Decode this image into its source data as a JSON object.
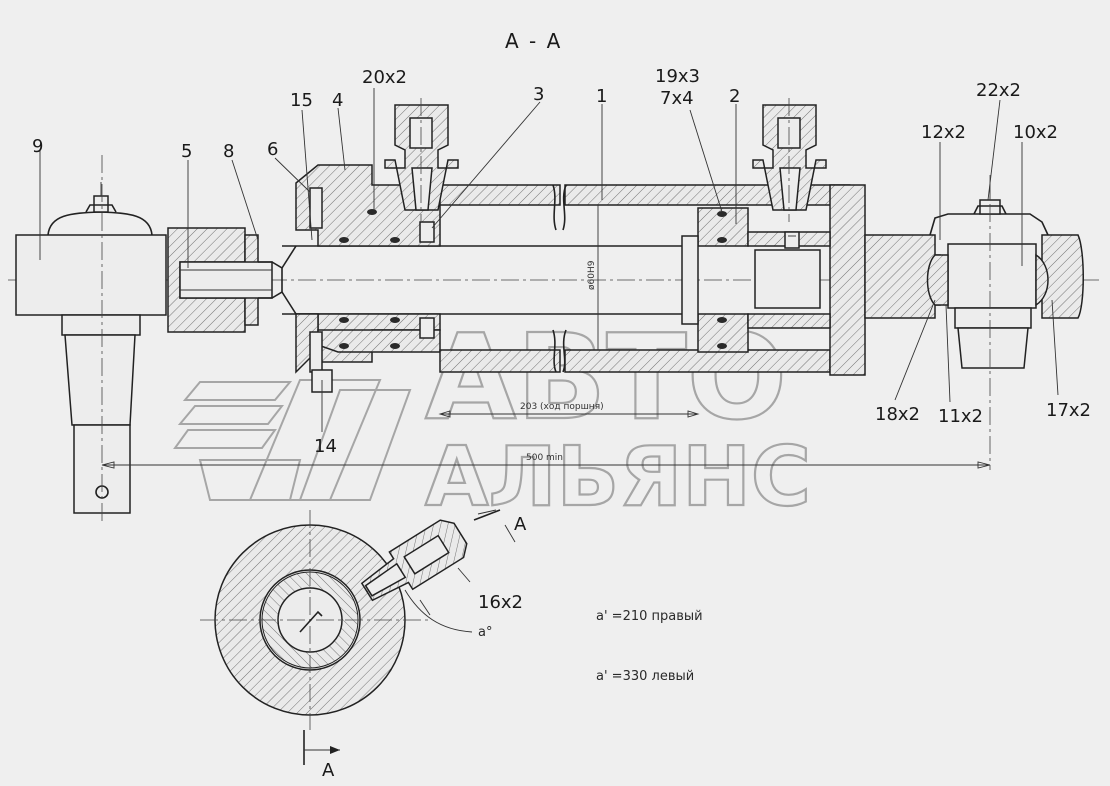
{
  "section_title": "А - А",
  "view_label": "А",
  "callouts": {
    "c9": "9",
    "c5": "5",
    "c8": "8",
    "c6": "6",
    "c15": "15",
    "c4": "4",
    "c20": "20x2",
    "c3": "3",
    "c1": "1",
    "c19": "19x3",
    "c7": "7x4",
    "c2": "2",
    "c22": "22x2",
    "c12": "12x2",
    "c10": "10x2",
    "c14": "14",
    "c18": "18x2",
    "c11": "11x2",
    "c17": "17x2",
    "c16": "16x2"
  },
  "dimensions": {
    "stroke": "203 (ход поршня)",
    "length": "500 min",
    "bore": "ø60Н9"
  },
  "notes": {
    "angle": "a°",
    "right": "a' =210 правый",
    "left": "a' =330 левый"
  },
  "watermark": {
    "line1": "АВТО",
    "line2": "АЛЬЯНС"
  }
}
